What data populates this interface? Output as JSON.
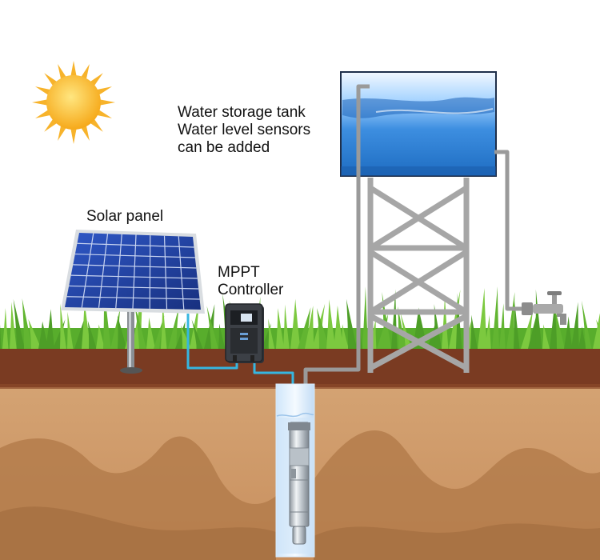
{
  "labels": {
    "tank": [
      "Water storage tank",
      "Water level sensors",
      "can be added"
    ],
    "solar_panel": "Solar panel",
    "controller": [
      "MPPT",
      "Controller"
    ]
  },
  "colors": {
    "sky": "#ffffff",
    "sun": "#fbb425",
    "sun_core": "#ffd24a",
    "grass": "#5fb32f",
    "soil_top": "#7a3b22",
    "soil_deep": "#c99364",
    "soil_wave": "#b37a4c",
    "cable": "#36b6e0",
    "pipe": "#9a9a9a",
    "tower": "#a5a5a5",
    "water": "#1e74c8",
    "panel_cell": "#1f3f9a",
    "controller_body": "#3a3d42"
  },
  "icons": [
    "sun-icon",
    "water-tap-icon"
  ]
}
